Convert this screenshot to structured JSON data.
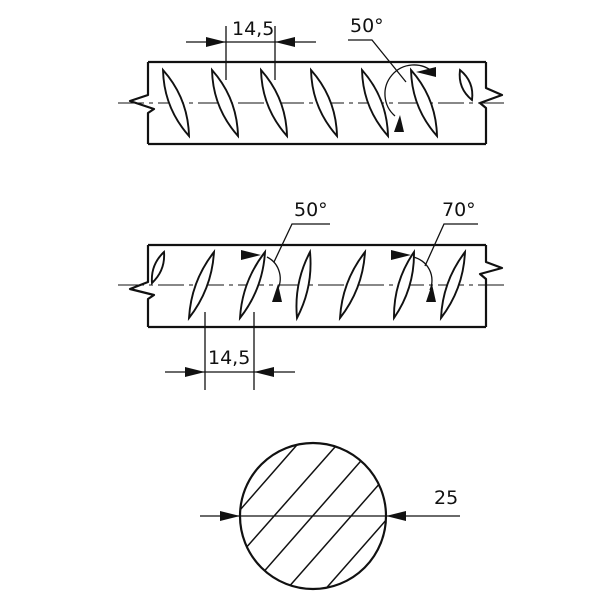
{
  "drawing": {
    "view_1": {
      "rib_pitch_label": "14,5",
      "rib_angle_label": "50°"
    },
    "view_2": {
      "rib_pitch_label": "14,5",
      "rib_angle_label_a": "50°",
      "rib_angle_label_b": "70°"
    },
    "section": {
      "diameter_label": "25"
    },
    "line_color": "#111111"
  }
}
